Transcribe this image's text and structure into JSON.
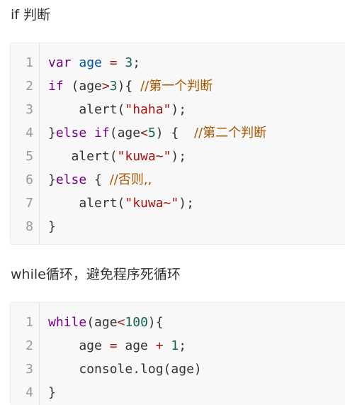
{
  "sections": [
    {
      "heading": "if 判断",
      "code": [
        {
          "n": "1",
          "tokens": [
            [
              "kw",
              "var"
            ],
            [
              "t",
              " "
            ],
            [
              "var",
              "age"
            ],
            [
              "t",
              " "
            ],
            [
              "op",
              "="
            ],
            [
              "t",
              " "
            ],
            [
              "num",
              "3"
            ],
            [
              "t",
              ";"
            ]
          ]
        },
        {
          "n": "2",
          "tokens": [
            [
              "kw",
              "if"
            ],
            [
              "t",
              " (age"
            ],
            [
              "op",
              ">"
            ],
            [
              "num",
              "3"
            ],
            [
              "t",
              "){ "
            ],
            [
              "cm",
              "//第一个判断"
            ]
          ]
        },
        {
          "n": "3",
          "tokens": [
            [
              "t",
              "    alert("
            ],
            [
              "str",
              "\"haha\""
            ],
            [
              "t",
              ");"
            ]
          ]
        },
        {
          "n": "4",
          "tokens": [
            [
              "t",
              "}"
            ],
            [
              "kw",
              "else"
            ],
            [
              "t",
              " "
            ],
            [
              "kw",
              "if"
            ],
            [
              "t",
              "(age"
            ],
            [
              "op",
              "<"
            ],
            [
              "num",
              "5"
            ],
            [
              "t",
              ") {  "
            ],
            [
              "cm",
              "//第二个判断"
            ]
          ]
        },
        {
          "n": "5",
          "tokens": [
            [
              "t",
              "   alert("
            ],
            [
              "str",
              "\"kuwa~\""
            ],
            [
              "t",
              ");"
            ]
          ]
        },
        {
          "n": "6",
          "tokens": [
            [
              "t",
              "}"
            ],
            [
              "kw",
              "else"
            ],
            [
              "t",
              " { "
            ],
            [
              "cm",
              "//否则,,"
            ]
          ]
        },
        {
          "n": "7",
          "tokens": [
            [
              "t",
              "    alert("
            ],
            [
              "str",
              "\"kuwa~\""
            ],
            [
              "t",
              ");"
            ]
          ]
        },
        {
          "n": "8",
          "tokens": [
            [
              "t",
              "}"
            ]
          ]
        }
      ]
    },
    {
      "heading": "while循环，避免程序死循环",
      "code": [
        {
          "n": "1",
          "tokens": [
            [
              "kw",
              "while"
            ],
            [
              "t",
              "(age"
            ],
            [
              "op",
              "<"
            ],
            [
              "num",
              "100"
            ],
            [
              "t",
              "){"
            ]
          ]
        },
        {
          "n": "2",
          "tokens": [
            [
              "t",
              "    age "
            ],
            [
              "op",
              "="
            ],
            [
              "t",
              " age "
            ],
            [
              "op",
              "+"
            ],
            [
              "t",
              " "
            ],
            [
              "num",
              "1"
            ],
            [
              "t",
              ";"
            ]
          ]
        },
        {
          "n": "3",
          "tokens": [
            [
              "t",
              "    console.log(age)"
            ]
          ]
        },
        {
          "n": "4",
          "tokens": [
            [
              "t",
              "}"
            ]
          ]
        }
      ]
    }
  ]
}
